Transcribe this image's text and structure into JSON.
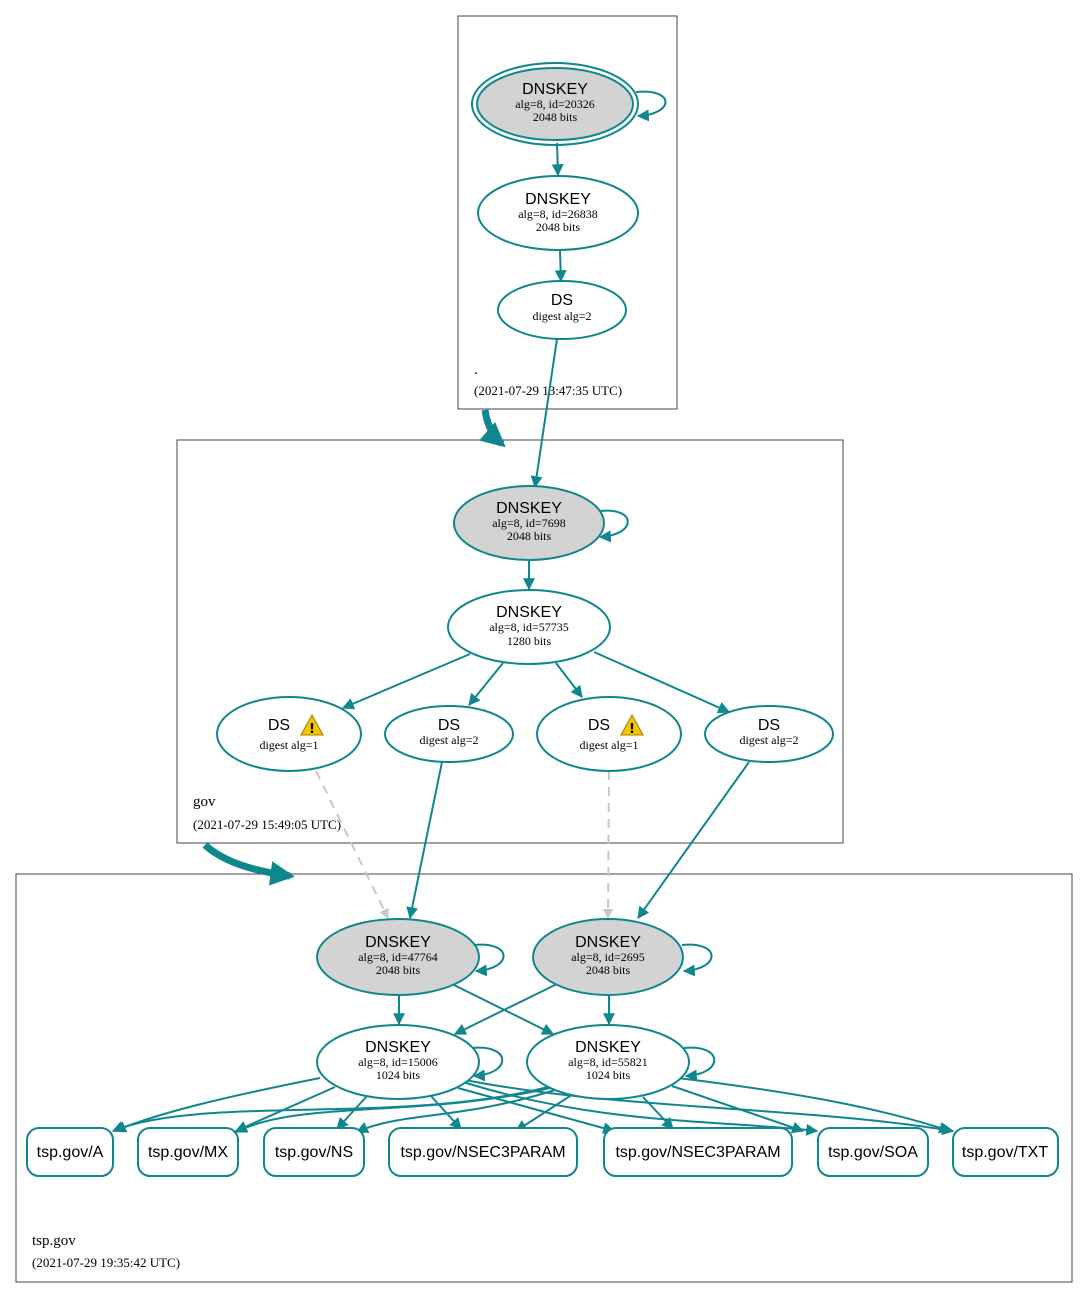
{
  "zones": {
    "root": {
      "name": ".",
      "timestamp": "(2021-07-29 13:47:35 UTC)"
    },
    "gov": {
      "name": "gov",
      "timestamp": "(2021-07-29 15:49:05 UTC)"
    },
    "tsp": {
      "name": "tsp.gov",
      "timestamp": "(2021-07-29 19:35:42 UTC)"
    }
  },
  "nodes": {
    "root_ksk": {
      "title": "DNSKEY",
      "line1": "alg=8, id=20326",
      "line2": "2048 bits"
    },
    "root_zsk": {
      "title": "DNSKEY",
      "line1": "alg=8, id=26838",
      "line2": "2048 bits"
    },
    "root_ds": {
      "title": "DS",
      "line1": "digest alg=2"
    },
    "gov_ksk": {
      "title": "DNSKEY",
      "line1": "alg=8, id=7698",
      "line2": "2048 bits"
    },
    "gov_zsk": {
      "title": "DNSKEY",
      "line1": "alg=8, id=57735",
      "line2": "1280 bits"
    },
    "gov_ds1": {
      "title": "DS",
      "line1": "digest alg=1"
    },
    "gov_ds2": {
      "title": "DS",
      "line1": "digest alg=2"
    },
    "gov_ds3": {
      "title": "DS",
      "line1": "digest alg=1"
    },
    "gov_ds4": {
      "title": "DS",
      "line1": "digest alg=2"
    },
    "tsp_ksk1": {
      "title": "DNSKEY",
      "line1": "alg=8, id=47764",
      "line2": "2048 bits"
    },
    "tsp_ksk2": {
      "title": "DNSKEY",
      "line1": "alg=8, id=2695",
      "line2": "2048 bits"
    },
    "tsp_zsk1": {
      "title": "DNSKEY",
      "line1": "alg=8, id=15006",
      "line2": "1024 bits"
    },
    "tsp_zsk2": {
      "title": "DNSKEY",
      "line1": "alg=8, id=55821",
      "line2": "1024 bits"
    }
  },
  "rrsets": [
    "tsp.gov/A",
    "tsp.gov/MX",
    "tsp.gov/NS",
    "tsp.gov/NSEC3PARAM",
    "tsp.gov/NSEC3PARAM",
    "tsp.gov/SOA",
    "tsp.gov/TXT"
  ],
  "warning_mark": "!",
  "colors": {
    "edge": "#10868f",
    "ksk_fill": "#d3d3d3",
    "dashed_edge": "#c8c8c8",
    "warning_fill": "#f2c500"
  },
  "icons": {
    "warning": "warning-triangle-icon"
  }
}
